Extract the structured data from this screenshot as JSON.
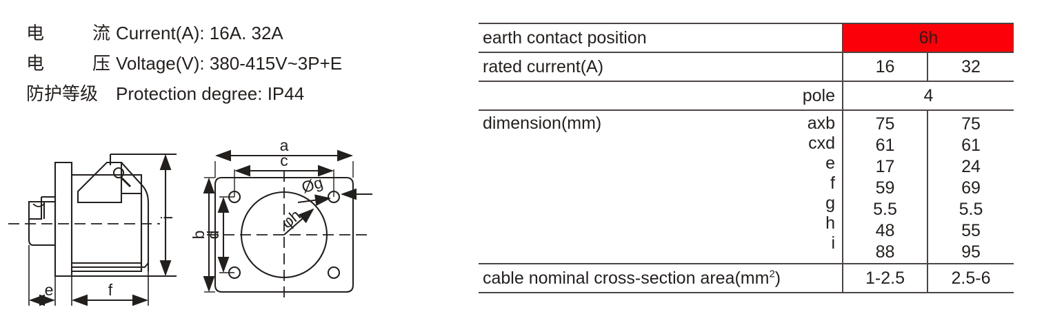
{
  "specs": {
    "lines": [
      {
        "cn_parts": [
          "电",
          "流"
        ],
        "cn_plain": "电　　流",
        "en": "Current(A): 16A. 32A"
      },
      {
        "cn_parts": [
          "电",
          "压"
        ],
        "cn_plain": "电　　压",
        "en": "Voltage(V): 380-415V~3P+E"
      },
      {
        "cn_parts": [
          "防护等级"
        ],
        "cn_plain": "防护等级",
        "en": "Protection degree: IP44"
      }
    ]
  },
  "drawing": {
    "side_view": {
      "labels": {
        "e": "e",
        "f": "f",
        "i": "i"
      }
    },
    "front_view": {
      "labels": {
        "a": "a",
        "b": "b",
        "c": "c",
        "d": "d",
        "g": "Øg",
        "h": "φh"
      }
    }
  },
  "table": {
    "accent_color": "#fb0008",
    "rows": {
      "earth_contact": {
        "label": "earth contact position",
        "value": "6h"
      },
      "rated_current": {
        "label": "rated current(A)",
        "v1": "16",
        "v2": "32"
      },
      "pole": {
        "label": "pole",
        "value": "4"
      },
      "dimension": {
        "label": "dimension(mm)",
        "names": [
          "axb",
          "cxd",
          "e",
          "f",
          "g",
          "h",
          "i"
        ],
        "col16": [
          "75",
          "61",
          "17",
          "59",
          "5.5",
          "48",
          "88"
        ],
        "col32": [
          "75",
          "61",
          "24",
          "69",
          "5.5",
          "55",
          "95"
        ]
      },
      "cable": {
        "label_pre": "cable nominal cross-section area(mm",
        "label_sup": "2",
        "label_post": ")",
        "v1": "1-2.5",
        "v2": "2.5-6"
      }
    }
  }
}
